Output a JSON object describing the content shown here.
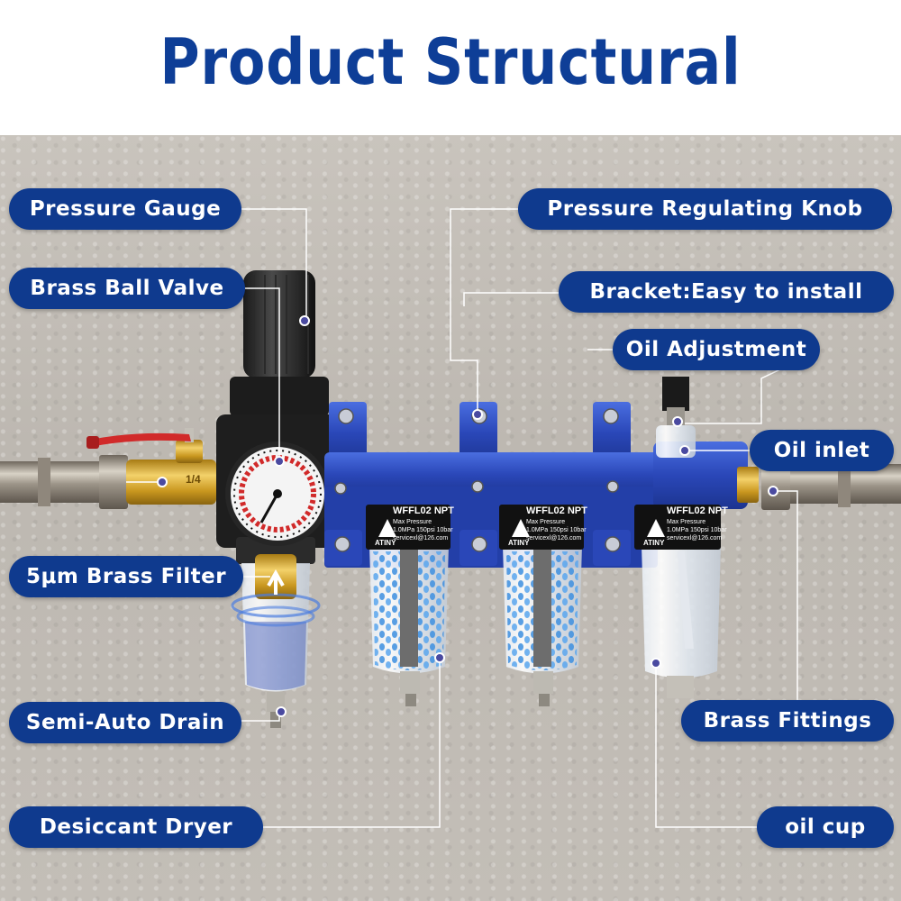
{
  "title": "Product Structural",
  "labels": {
    "pressure_gauge": "Pressure Gauge",
    "brass_ball_valve": "Brass Ball Valve",
    "brass_filter": "5μm Brass Filter",
    "semi_auto_drain": "Semi-Auto Drain",
    "desiccant_dryer": "Desiccant Dryer",
    "regulating_knob": "Pressure Regulating Knob",
    "bracket": "Bracket:Easy to install",
    "oil_adjustment": "Oil Adjustment",
    "oil_inlet": "Oil inlet",
    "brass_fittings": "Brass Fittings",
    "oil_cup": "oil cup"
  },
  "product": {
    "model": "WFFL02 NPT",
    "spec_line1": "Max Pressure",
    "spec_line2": "1.0MPa 150psi 10bar",
    "spec_line3": "servicexl@126.com",
    "brand": "ATINY",
    "valve_size": "1/4"
  },
  "colors": {
    "title": "#0e3e97",
    "label_bg": "#0f3a8e",
    "bracket": "#2f4fc4",
    "desiccant": "#3d8fe0",
    "brass": "#d9a92b",
    "handle": "#d12a2a"
  }
}
